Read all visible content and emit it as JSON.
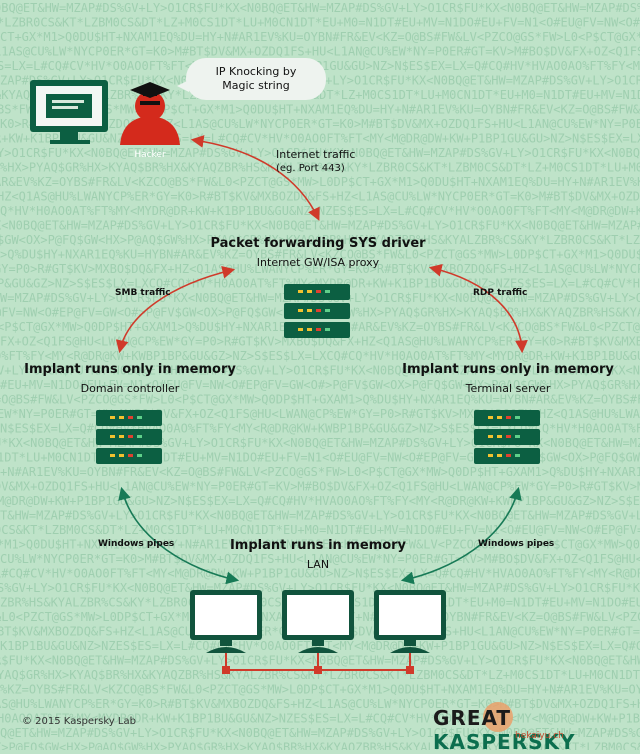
{
  "bubble": {
    "line1": "IP Knocking by",
    "line2": "Magic string"
  },
  "hacker_label": "Hacker",
  "internet_traffic": {
    "line1": "Internet traffic",
    "line2": "(eg. Port 443)"
  },
  "proxy": {
    "title": "Packet forwarding SYS driver",
    "subtitle": "Internet GW/ISA proxy"
  },
  "smb_label": "SMB traffic",
  "rdp_label": "RDP traffic",
  "domain_controller": {
    "title": "Implant runs only in memory",
    "subtitle": "Domain controller"
  },
  "terminal_server": {
    "title": "Implant runs only in memory",
    "subtitle": "Terminal server"
  },
  "lan": {
    "title": "Implant runs in memory",
    "subtitle": "LAN"
  },
  "pipes_left": "Windows pipes",
  "pipes_right": "Windows pipes",
  "copyright": "© 2015 Kaspersky Lab",
  "brand": {
    "part1": "GREAT",
    "part2": "KASPERSKY",
    "sub": "hekaiyu.ch"
  },
  "colors": {
    "background": "#bfe3c9",
    "server": "#0c5f42",
    "arrow_red": "#d03a2a",
    "arrow_green": "#177a56",
    "hacker_red": "#d42a1c",
    "monitor_frame": "#11543d"
  }
}
